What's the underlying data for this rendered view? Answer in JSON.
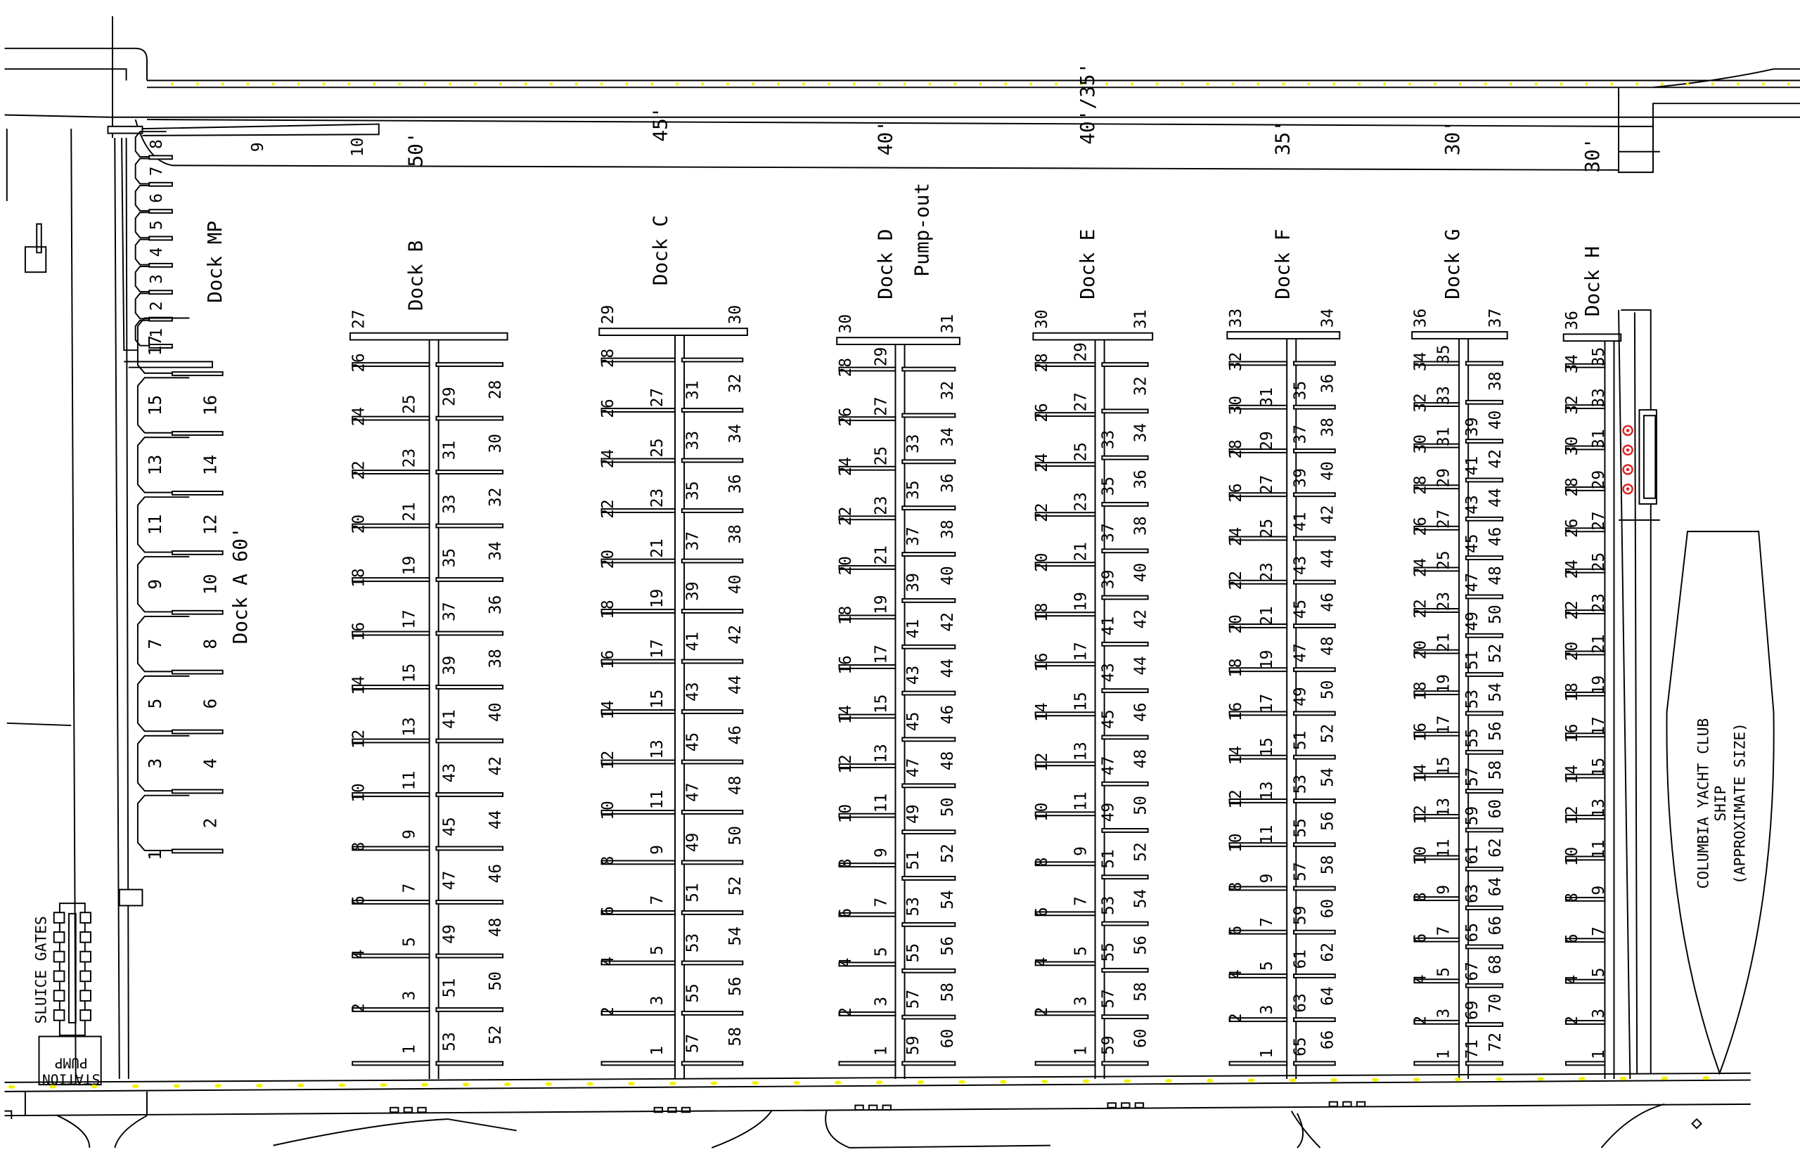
{
  "title": "Marina Slip Map",
  "colors": {
    "line": "#000000",
    "light": "#f2f200",
    "marker": "#dd2222"
  },
  "dock_mp": {
    "label": "Dock MP",
    "slips": [
      "1",
      "2",
      "3",
      "4",
      "5",
      "6",
      "7",
      "8"
    ],
    "wall_slips": [
      "9",
      "10"
    ]
  },
  "dock_a": {
    "label": "Dock A",
    "size": "60'",
    "inner": [
      "1",
      "3",
      "5",
      "7",
      "9",
      "11",
      "13",
      "15",
      "17"
    ],
    "outer": [
      "2",
      "4",
      "6",
      "8",
      "10",
      "12",
      "14",
      "16"
    ]
  },
  "docks": [
    {
      "label": "Dock B",
      "size": "50'",
      "extra": "",
      "left_outer": [
        "2",
        "4",
        "6",
        "8",
        "10",
        "12",
        "14",
        "16",
        "18",
        "20",
        "22",
        "24",
        "26"
      ],
      "left_inner": [
        "1",
        "3",
        "5",
        "7",
        "9",
        "11",
        "13",
        "15",
        "17",
        "19",
        "21",
        "23",
        "25"
      ],
      "right_inner": [
        "53",
        "51",
        "49",
        "47",
        "45",
        "43",
        "41",
        "39",
        "37",
        "35",
        "33",
        "31",
        "29"
      ],
      "right_outer": [
        "52",
        "50",
        "48",
        "46",
        "44",
        "42",
        "40",
        "38",
        "36",
        "34",
        "32",
        "30",
        "28"
      ],
      "top": [
        "27"
      ]
    },
    {
      "label": "Dock C",
      "size": "45'",
      "extra": "",
      "left_outer": [
        "2",
        "4",
        "6",
        "8",
        "10",
        "12",
        "14",
        "16",
        "18",
        "20",
        "22",
        "24",
        "26",
        "28"
      ],
      "left_inner": [
        "1",
        "3",
        "5",
        "7",
        "9",
        "11",
        "13",
        "15",
        "17",
        "19",
        "21",
        "23",
        "25",
        "27"
      ],
      "right_inner": [
        "57",
        "55",
        "53",
        "51",
        "49",
        "47",
        "45",
        "43",
        "41",
        "39",
        "37",
        "35",
        "33",
        "31"
      ],
      "right_outer": [
        "58",
        "56",
        "54",
        "52",
        "50",
        "48",
        "46",
        "44",
        "42",
        "40",
        "38",
        "36",
        "34",
        "32"
      ],
      "top": [
        "29",
        "30"
      ]
    },
    {
      "label": "Dock D",
      "size": "40'",
      "extra": "Pump-out",
      "left_outer": [
        "2",
        "4",
        "6",
        "8",
        "10",
        "12",
        "14",
        "16",
        "18",
        "20",
        "22",
        "24",
        "26",
        "28"
      ],
      "left_inner": [
        "1",
        "3",
        "5",
        "7",
        "9",
        "11",
        "13",
        "15",
        "17",
        "19",
        "21",
        "23",
        "25",
        "27",
        "29"
      ],
      "right_inner": [
        "59",
        "57",
        "55",
        "53",
        "51",
        "49",
        "47",
        "45",
        "43",
        "41",
        "39",
        "37",
        "35",
        "33"
      ],
      "right_outer": [
        "60",
        "58",
        "56",
        "54",
        "52",
        "50",
        "48",
        "46",
        "44",
        "42",
        "40",
        "38",
        "36",
        "34",
        "32"
      ],
      "top": [
        "30",
        "31"
      ]
    },
    {
      "label": "Dock E",
      "size": "40'/35'",
      "extra": "",
      "left_outer": [
        "2",
        "4",
        "6",
        "8",
        "10",
        "12",
        "14",
        "16",
        "18",
        "20",
        "22",
        "24",
        "26",
        "28"
      ],
      "left_inner": [
        "1",
        "3",
        "5",
        "7",
        "9",
        "11",
        "13",
        "15",
        "17",
        "19",
        "21",
        "23",
        "25",
        "27",
        "29"
      ],
      "right_inner": [
        "59",
        "57",
        "55",
        "53",
        "51",
        "49",
        "47",
        "45",
        "43",
        "41",
        "39",
        "37",
        "35",
        "33"
      ],
      "right_outer": [
        "60",
        "58",
        "56",
        "54",
        "52",
        "50",
        "48",
        "46",
        "44",
        "42",
        "40",
        "38",
        "36",
        "34",
        "32"
      ],
      "top": [
        "30",
        "31"
      ]
    },
    {
      "label": "Dock F",
      "size": "35'",
      "extra": "",
      "left_outer": [
        "2",
        "4",
        "6",
        "8",
        "10",
        "12",
        "14",
        "16",
        "18",
        "20",
        "22",
        "24",
        "26",
        "28",
        "30",
        "32"
      ],
      "left_inner": [
        "1",
        "3",
        "5",
        "7",
        "9",
        "11",
        "13",
        "15",
        "17",
        "19",
        "21",
        "23",
        "25",
        "27",
        "29",
        "31"
      ],
      "right_inner": [
        "65",
        "63",
        "61",
        "59",
        "57",
        "55",
        "53",
        "51",
        "49",
        "47",
        "45",
        "43",
        "41",
        "39",
        "37",
        "35"
      ],
      "right_outer": [
        "66",
        "64",
        "62",
        "60",
        "58",
        "56",
        "54",
        "52",
        "50",
        "48",
        "46",
        "44",
        "42",
        "40",
        "38",
        "36"
      ],
      "top": [
        "33",
        "34"
      ]
    },
    {
      "label": "Dock G",
      "size": "30'",
      "extra": "",
      "left_outer": [
        "2",
        "4",
        "6",
        "8",
        "10",
        "12",
        "14",
        "16",
        "18",
        "20",
        "22",
        "24",
        "26",
        "28",
        "30",
        "32",
        "34"
      ],
      "left_inner": [
        "1",
        "3",
        "5",
        "7",
        "9",
        "11",
        "13",
        "15",
        "17",
        "19",
        "21",
        "23",
        "25",
        "27",
        "29",
        "31",
        "33",
        "35"
      ],
      "right_inner": [
        "71",
        "69",
        "67",
        "65",
        "63",
        "61",
        "59",
        "57",
        "55",
        "53",
        "51",
        "49",
        "47",
        "45",
        "43",
        "41",
        "39"
      ],
      "right_outer": [
        "72",
        "70",
        "68",
        "66",
        "64",
        "62",
        "60",
        "58",
        "56",
        "54",
        "52",
        "50",
        "48",
        "46",
        "44",
        "42",
        "40",
        "38"
      ],
      "top": [
        "36",
        "37"
      ]
    },
    {
      "label": "Dock H",
      "size": "30'",
      "extra": "",
      "left_outer": [
        "2",
        "4",
        "6",
        "8",
        "10",
        "12",
        "14",
        "16",
        "18",
        "20",
        "22",
        "24",
        "26",
        "28",
        "30",
        "32",
        "34"
      ],
      "left_inner": [
        "1",
        "3",
        "5",
        "7",
        "9",
        "11",
        "13",
        "15",
        "17",
        "19",
        "21",
        "23",
        "25",
        "27",
        "29",
        "31",
        "33",
        "35"
      ],
      "right_inner": [],
      "right_outer": [],
      "top": [
        "36"
      ]
    }
  ],
  "landmarks": {
    "sluice_gates": "SLUICE GATES",
    "pump_station_line1": "PUMP",
    "pump_station_line2": "STATION",
    "ship_line1": "COLUMBIA YACHT CLUB",
    "ship_line2": "SHIP",
    "ship_line3": "(APPROXIMATE SIZE)"
  }
}
